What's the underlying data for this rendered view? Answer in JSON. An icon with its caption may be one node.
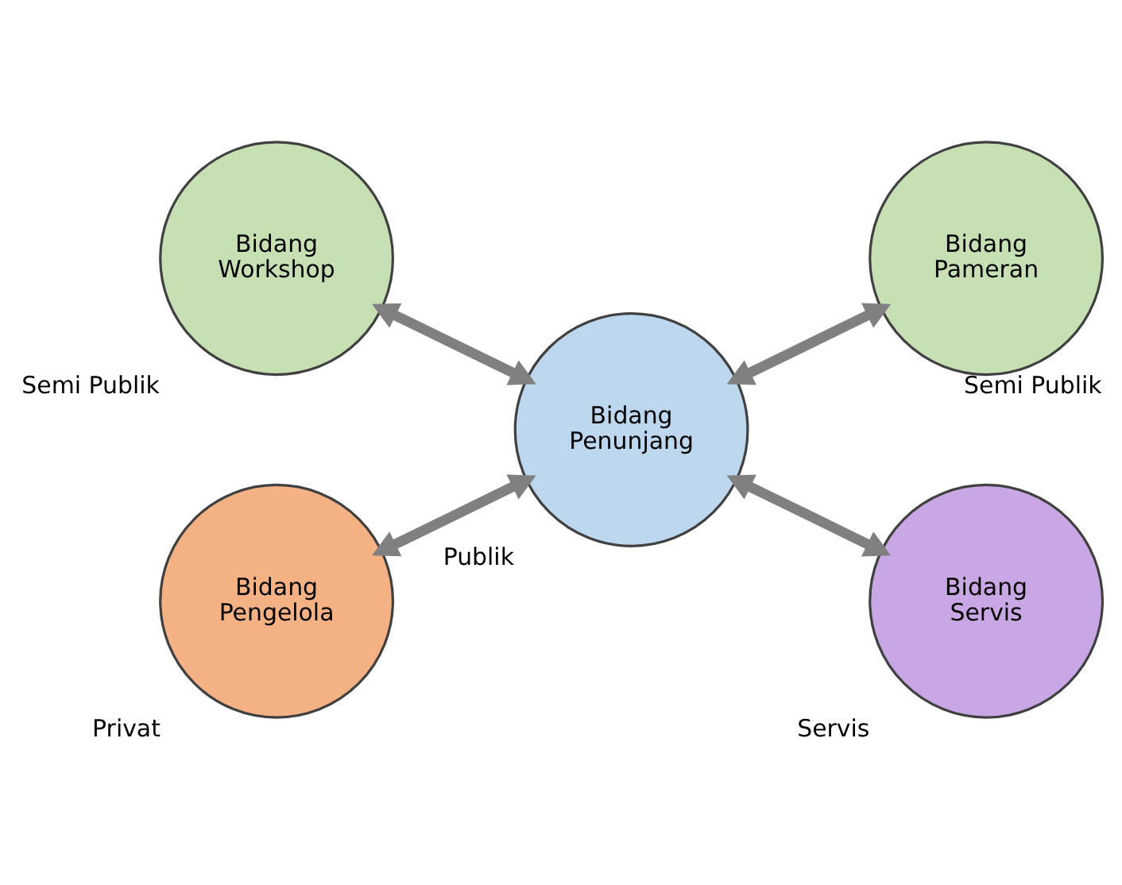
{
  "diagram": {
    "nodes": [
      {
        "text": [
          "Bidang Workshop"
        ],
        "beside": [
          "Semi Publik"
        ]
      },
      {
        "text": [
          "Bidang Pameran"
        ],
        "beside": [
          "Semi Publik"
        ]
      },
      {
        "text": [
          "Bidang Penunjang"
        ],
        "beside": [
          "Publik"
        ]
      },
      {
        "text": [
          "Bidang Pengelola"
        ],
        "beside": [
          "Privat"
        ]
      },
      {
        "text": [
          "Bidang Servis"
        ],
        "beside": [
          "Servis"
        ]
      }
    ],
    "edges": [
      {
        "from": 0,
        "to": 2,
        "arrow": "both"
      },
      {
        "from": 2,
        "to": 1,
        "arrow": "both"
      },
      {
        "from": 3,
        "to": 2,
        "arrow": "both"
      },
      {
        "from": 2,
        "to": 4,
        "arrow": "both"
      }
    ]
  }
}
